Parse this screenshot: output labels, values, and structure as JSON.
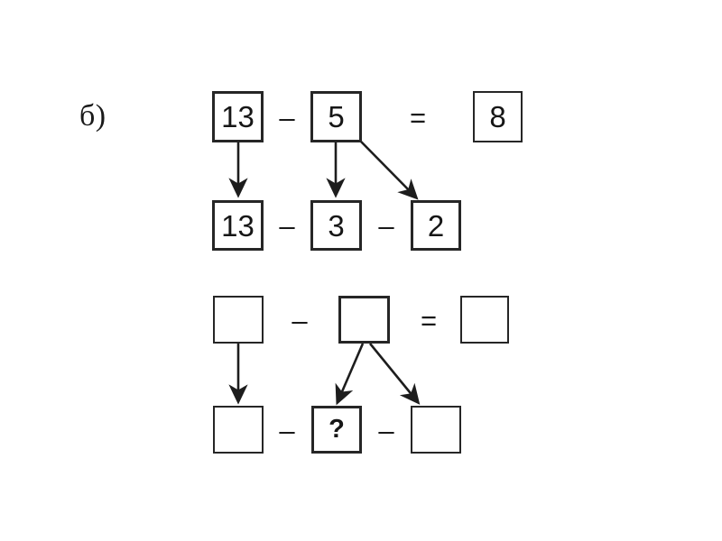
{
  "page": {
    "label": "б)",
    "background_color": "#ffffff",
    "ink_color": "#262626"
  },
  "diagrams": [
    {
      "name": "worked-example",
      "top_row": {
        "boxes": [
          {
            "value": "13"
          },
          {
            "value": "5"
          },
          {
            "value": "8"
          }
        ],
        "operators": [
          {
            "symbol": "–"
          },
          {
            "symbol": "="
          }
        ]
      },
      "bottom_row": {
        "boxes": [
          {
            "value": "13"
          },
          {
            "value": "3"
          },
          {
            "value": "2"
          }
        ],
        "operators": [
          {
            "symbol": "–"
          },
          {
            "symbol": "–"
          }
        ]
      }
    },
    {
      "name": "blank-exercise",
      "top_row": {
        "boxes": [
          {
            "value": ""
          },
          {
            "value": ""
          },
          {
            "value": ""
          }
        ],
        "operators": [
          {
            "symbol": "–"
          },
          {
            "symbol": "="
          }
        ]
      },
      "bottom_row": {
        "boxes": [
          {
            "value": ""
          },
          {
            "value": "?"
          },
          {
            "value": ""
          }
        ],
        "operators": [
          {
            "symbol": "–"
          },
          {
            "symbol": "–"
          }
        ]
      }
    }
  ],
  "equations": {
    "worked_top": "13 – 5 = 8",
    "worked_bottom": "13 – 3 – 2",
    "blank_top": "□ – □ = □",
    "blank_bottom": "□ – ? – □"
  }
}
